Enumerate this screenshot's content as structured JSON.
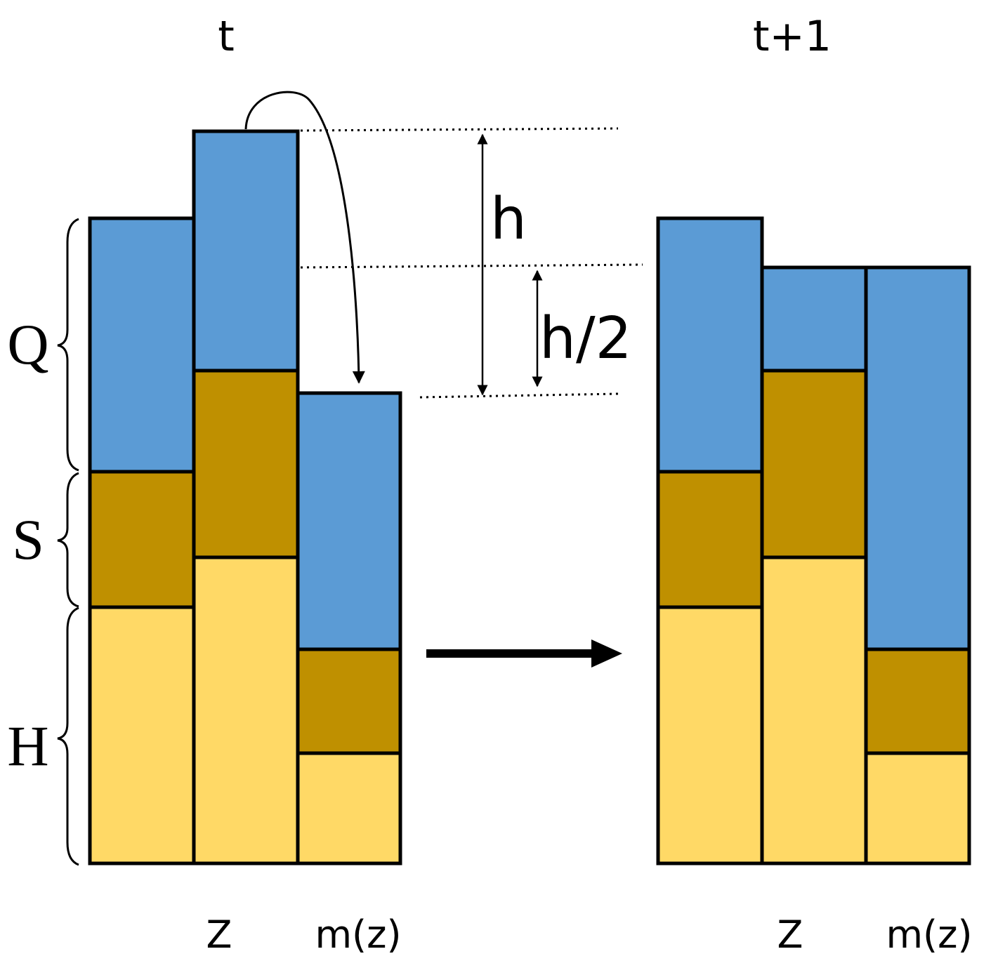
{
  "colors": {
    "Q": "#5b9bd5",
    "S": "#bf9000",
    "H": "#ffd966",
    "outline": "#000000"
  },
  "panels": {
    "left": {
      "title": "t",
      "axis_labels": {
        "z": "Z",
        "mz": "m(z)"
      }
    },
    "right": {
      "title": "t+1",
      "axis_labels": {
        "z": "Z",
        "mz": "m(z)"
      }
    }
  },
  "layers": {
    "Q": "Q",
    "S": "S",
    "H": "H"
  },
  "dimensions": {
    "h": "h",
    "h_half": "h/2"
  }
}
